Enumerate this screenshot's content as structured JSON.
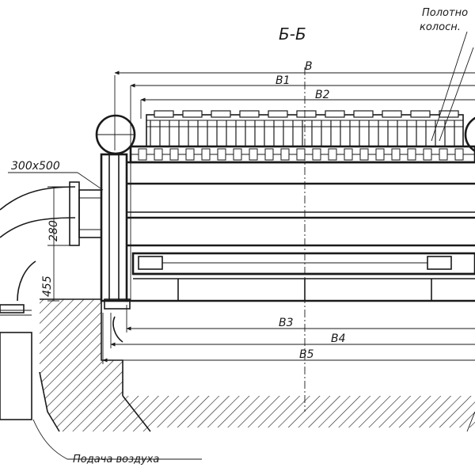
{
  "section": {
    "title": "Б-Б"
  },
  "dimensions": {
    "B": "В",
    "B1": "В1",
    "B2": "В2",
    "B3": "В3",
    "B4": "В4",
    "B5": "В5",
    "duct_size": "300х500",
    "height_280": "280",
    "height_455": "455"
  },
  "notes": {
    "grate_line1": "Полотно",
    "grate_line2": "колосн.",
    "air_supply": "Подача воздуха"
  },
  "colors": {
    "ink": "#1a1a1a",
    "paper": "#ffffff"
  }
}
